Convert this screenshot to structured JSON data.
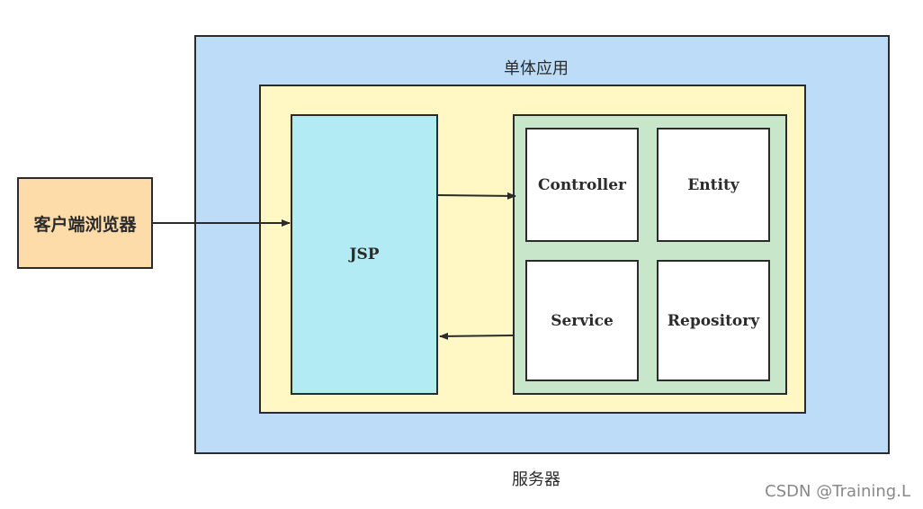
{
  "server": {
    "label": "服务器"
  },
  "app": {
    "label": "单体应用"
  },
  "jsp": {
    "label": "JSP"
  },
  "client": {
    "label": "客户端浏览器"
  },
  "modules": {
    "controller": "Controller",
    "entity": "Entity",
    "service": "Service",
    "repository": "Repository"
  },
  "watermark": "CSDN @Training.L",
  "colors": {
    "server_fill": "#bcdcf7",
    "app_fill": "#fff8c4",
    "jsp_fill": "#b3ebf4",
    "backend_fill": "#c8e6c9",
    "client_fill": "#fddcaa"
  }
}
